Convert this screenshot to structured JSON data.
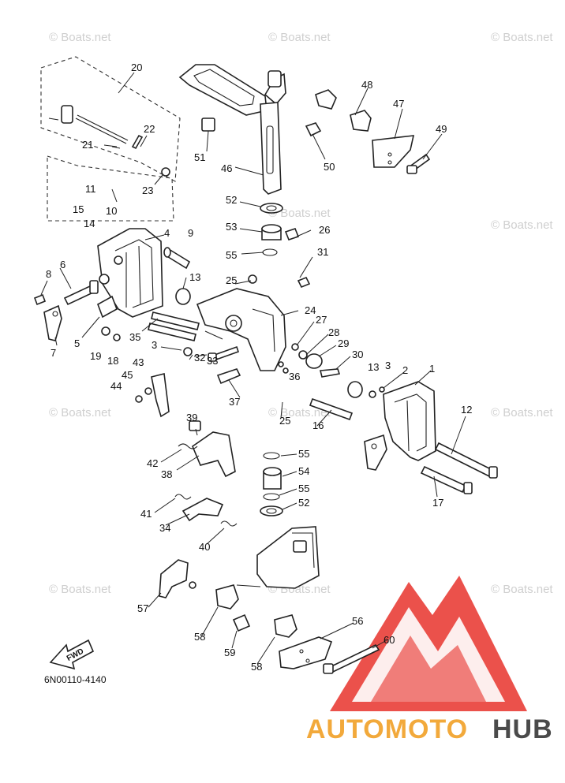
{
  "diagram": {
    "code": "6N00110-4140",
    "fwd_label": "FWD",
    "watermark_text": "© Boats.net",
    "callouts": [
      "20",
      "22",
      "21",
      "23",
      "11",
      "10",
      "15",
      "14",
      "4",
      "9",
      "6",
      "8",
      "7",
      "5",
      "19",
      "18",
      "13",
      "35",
      "3",
      "32",
      "33",
      "25",
      "24",
      "27",
      "28",
      "29",
      "30",
      "13",
      "3",
      "2",
      "1",
      "36",
      "43",
      "45",
      "44",
      "37",
      "25",
      "16",
      "12",
      "17",
      "39",
      "42",
      "38",
      "41",
      "34",
      "40",
      "57",
      "58",
      "59",
      "58",
      "56",
      "60",
      "46",
      "48",
      "47",
      "49",
      "50",
      "51",
      "52",
      "53",
      "26",
      "55",
      "31",
      "55",
      "54",
      "55",
      "52"
    ]
  },
  "brand": {
    "logo_auto": "AUTOMOTO",
    "logo_hub": "HUB",
    "colors": {
      "red": "#e8322b",
      "orange": "#f2a93b",
      "gray": "#4a4a4a"
    }
  }
}
